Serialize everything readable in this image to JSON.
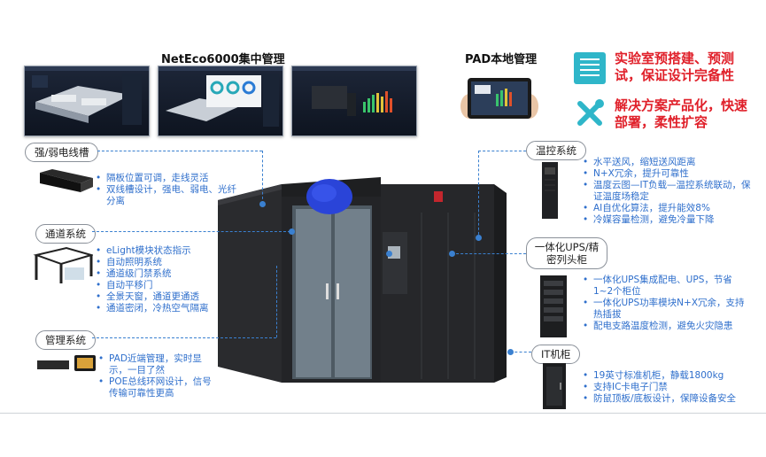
{
  "headers": {
    "neteco": "NetEco6000集中管理",
    "pad": "PAD本地管理"
  },
  "highlights": [
    "实验室预搭建、预测试，保证设计完备性",
    "解决方案产品化，快速部署，柔性扩容"
  ],
  "left_sections": [
    {
      "label": "强/弱电线槽",
      "items": [
        "隔板位置可调，走线灵活",
        "双线槽设计，强电、弱电、光纤分离"
      ]
    },
    {
      "label": "通道系统",
      "items": [
        "eLight模块状态指示",
        "自动照明系统",
        "通道级门禁系统",
        "自动平移门",
        "全景天窗，通道更通透",
        "通道密闭，冷热空气隔离"
      ]
    },
    {
      "label": "管理系统",
      "items": [
        "PAD近端管理，实时显示，一目了然",
        "POE总线环网设计，信号传输可靠性更高"
      ]
    }
  ],
  "right_sections": [
    {
      "label": "温控系统",
      "items": [
        "水平送风，缩短送风距离",
        "N+X冗余，提升可靠性",
        "温度云图—IT负载—温控系统联动，保证温度场稳定",
        "AI自优化算法，提升能效8%",
        "冷媒容量检测，避免冷量下降"
      ]
    },
    {
      "label": "一体化UPS/精密列头柜",
      "items": [
        "一体化UPS集成配电、UPS，节省1~2个柜位",
        "一体化UPS功率模块N+X冗余，支持热插拔",
        "配电支路温度检测，避免火灾隐患"
      ]
    },
    {
      "label": "IT机柜",
      "items": [
        "19英寸标准机柜，静载1800kg",
        "支持IC卡电子门禁",
        "防鼠顶板/底板设计，保障设备安全"
      ]
    }
  ],
  "colors": {
    "accent": "#3a80d0",
    "highlight_red": "#e0202a",
    "bullet_text": "#2f6fcc"
  },
  "icons": [
    "server-rack-icon",
    "tools-icon",
    "cable-tray-icon",
    "aisle-frame-icon",
    "pad-controller-icon",
    "cooling-unit-icon",
    "ups-cabinet-icon",
    "it-cabinet-icon",
    "tablet-icon"
  ]
}
